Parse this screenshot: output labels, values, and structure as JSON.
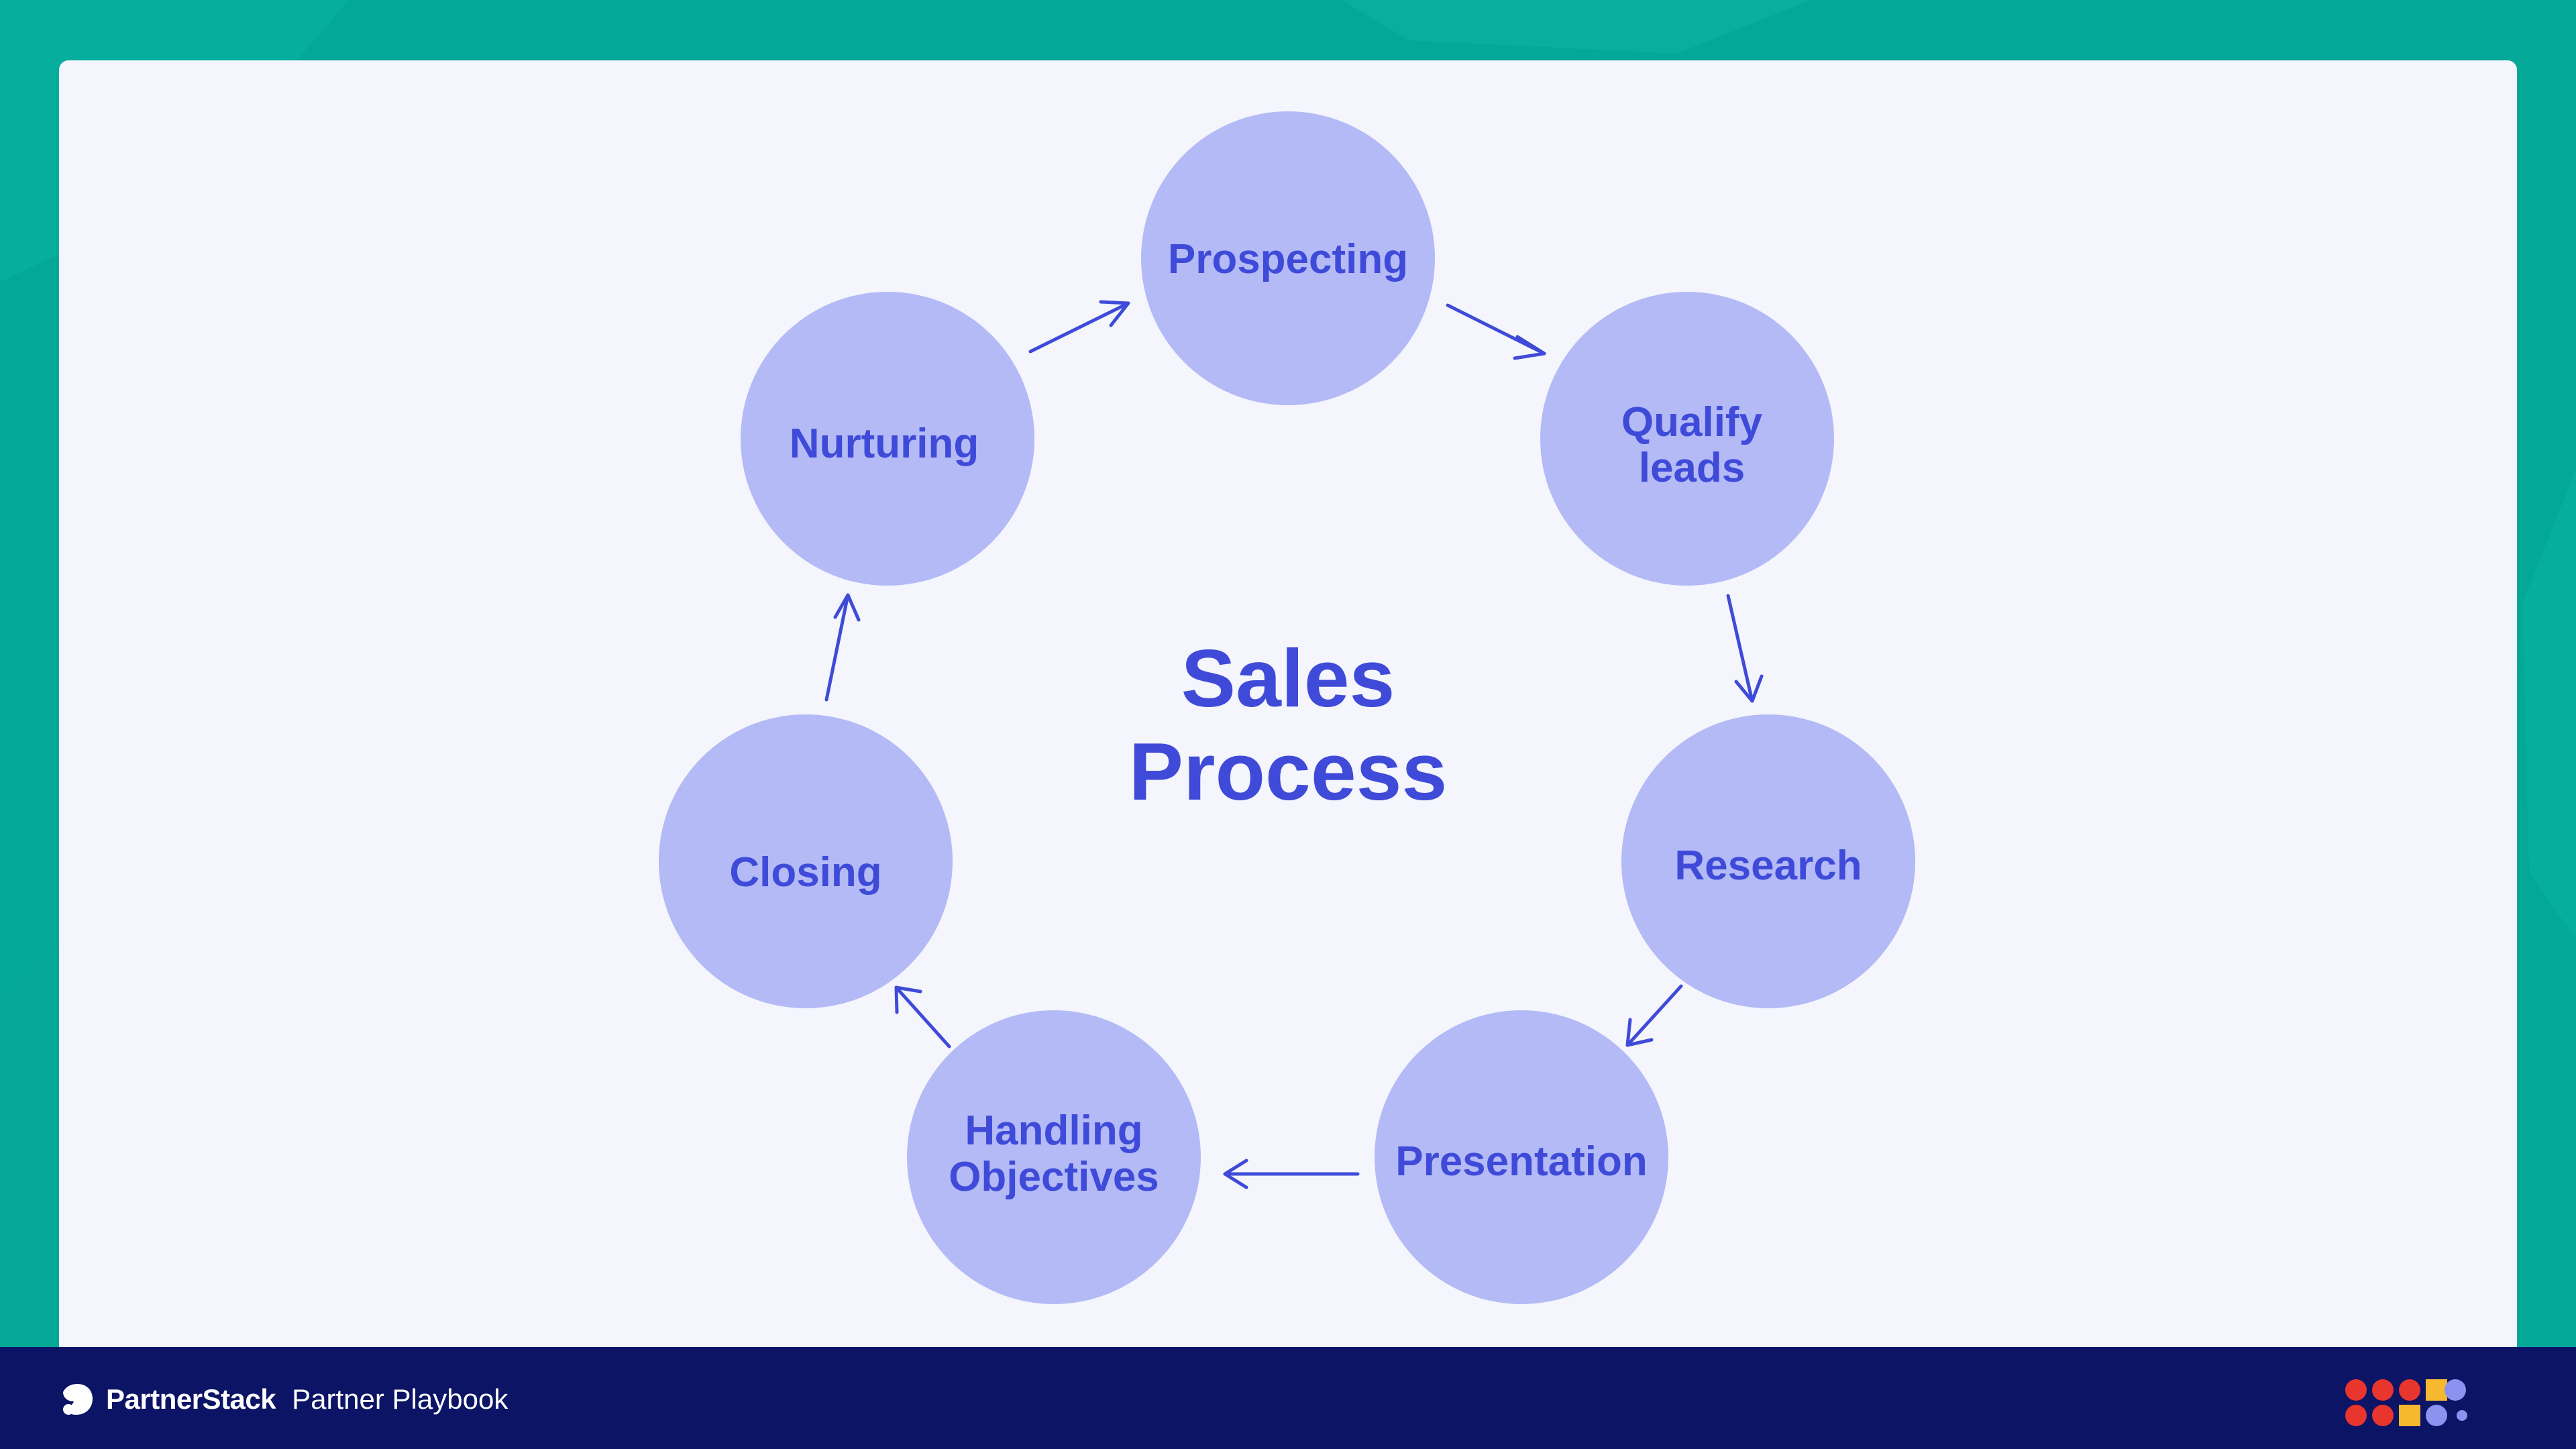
{
  "diagram": {
    "title_line1": "Sales",
    "title_line2": "Process",
    "steps": [
      {
        "lines": [
          "Prospecting"
        ]
      },
      {
        "lines": [
          "Qualify",
          "leads"
        ]
      },
      {
        "lines": [
          "Research"
        ]
      },
      {
        "lines": [
          "Presentation"
        ]
      },
      {
        "lines": [
          "Handling",
          "Objectives"
        ]
      },
      {
        "lines": [
          "Closing"
        ]
      },
      {
        "lines": [
          "Nurturing"
        ]
      }
    ]
  },
  "footer": {
    "brand_name": "PartnerStack",
    "brand_subtitle": "Partner Playbook"
  },
  "colors": {
    "background": "#04a898",
    "card": "#f4f5fd",
    "node_fill": "#b3baf6",
    "accent": "#3f4bd8",
    "footer": "#0c1466",
    "logo_red": "#e8352e",
    "logo_yellow": "#f5b82e",
    "logo_purple": "#8a93f0"
  },
  "icons": [
    "partnerstack-logo-icon",
    "brand-dots-icon"
  ]
}
